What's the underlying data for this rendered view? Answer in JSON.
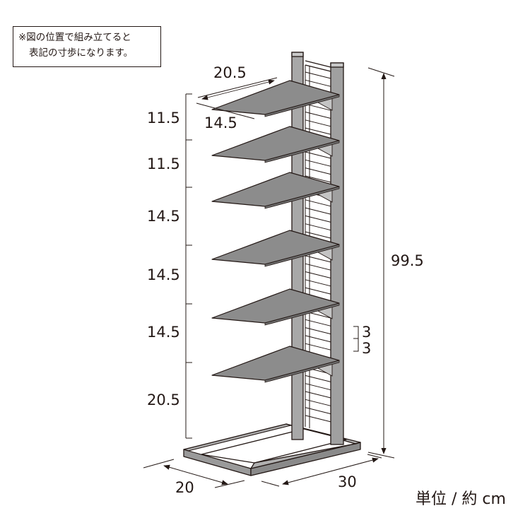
{
  "note": {
    "line1": "※図の位置で組み立てると",
    "line2": "表記の寸歩になります。"
  },
  "unit_label": "単位 / 約 cm",
  "dimensions": {
    "shelf_width": "20.5",
    "shelf_depth": "14.5",
    "total_height": "99.5",
    "base_depth": "20",
    "base_width": "30",
    "hole_pitch_1": "3",
    "hole_pitch_2": "3",
    "gaps": [
      "11.5",
      "11.5",
      "14.5",
      "14.5",
      "14.5",
      "20.5"
    ]
  },
  "colors": {
    "shelf": "#8c8c8c",
    "frame": "#9a9a9a",
    "line": "#231815"
  }
}
